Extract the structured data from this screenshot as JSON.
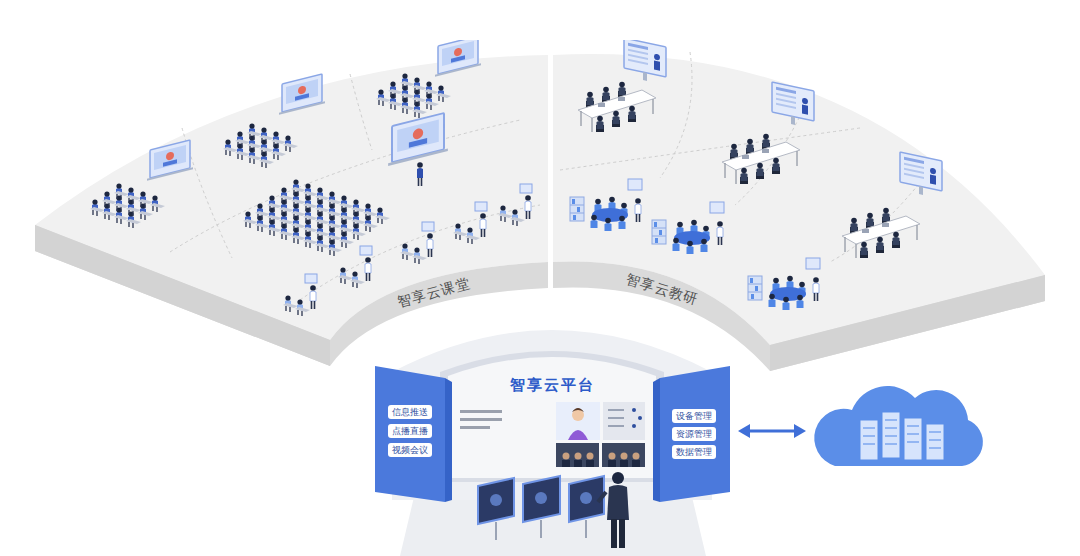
{
  "diagram": {
    "nodes": [
      {
        "text": [
          "智享云课堂"
        ]
      },
      {
        "text": [
          "智享云教研"
        ]
      },
      {
        "text": [
          "智享云平台"
        ]
      },
      {
        "text": [
          "信息推送"
        ],
        "in": 2
      },
      {
        "text": [
          "点播直播"
        ],
        "in": 2
      },
      {
        "text": [
          "视频会议"
        ],
        "in": 2
      },
      {
        "text": [
          "设备管理"
        ],
        "in": 2
      },
      {
        "text": [
          "资源管理"
        ],
        "in": 2
      },
      {
        "text": [
          "数据管理"
        ],
        "in": 2
      }
    ]
  }
}
